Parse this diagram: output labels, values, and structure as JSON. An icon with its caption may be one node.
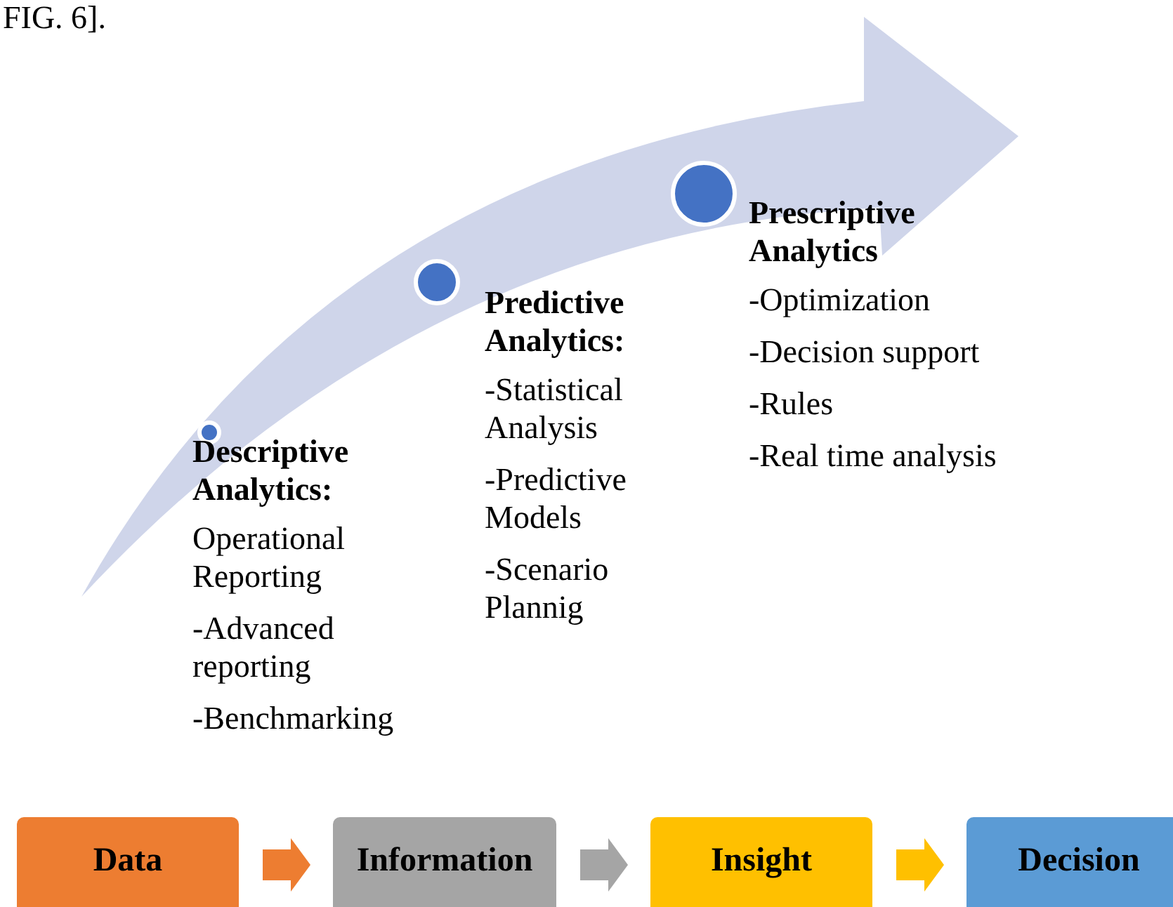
{
  "diagram": {
    "nodes": [
      {
        "text": [
          "Descriptive Analytics:",
          "Operational Reporting",
          "-Advanced reporting",
          "-Benchmarking"
        ]
      },
      {
        "text": [
          "Predictive Analytics:",
          "-Statistical Analysis",
          "-Predictive Models",
          "-Scenario Plannig"
        ]
      },
      {
        "text": [
          "Prescriptive Analytics",
          "-Optimization",
          "-Decision support",
          "-Rules",
          "-Real time analysis"
        ]
      },
      {
        "text": [
          "Data"
        ]
      },
      {
        "text": [
          "Information"
        ]
      },
      {
        "text": [
          "Insight"
        ]
      },
      {
        "text": [
          "Decision"
        ]
      }
    ],
    "edges": [
      {
        "from": 3,
        "to": 4,
        "arrow": "to",
        "style": "thick",
        "color": "#ed7d31"
      },
      {
        "from": 4,
        "to": 5,
        "arrow": "to",
        "style": "thick",
        "color": "#a5a5a5"
      },
      {
        "from": 5,
        "to": 6,
        "arrow": "to",
        "style": "thick",
        "color": "#ffc000"
      }
    ],
    "labels": [
      "FIG. 6]."
    ]
  }
}
